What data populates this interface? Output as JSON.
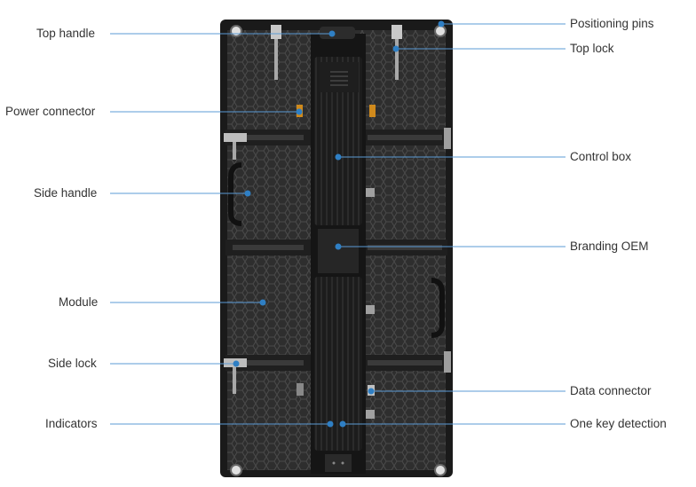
{
  "labels_left": [
    {
      "id": "top-handle",
      "text": "Top handle"
    },
    {
      "id": "power-connector",
      "text": "Power connector"
    },
    {
      "id": "side-handle",
      "text": "Side handle"
    },
    {
      "id": "module",
      "text": "Module"
    },
    {
      "id": "side-lock",
      "text": "Side lock"
    },
    {
      "id": "indicators",
      "text": "Indicators"
    }
  ],
  "labels_right": [
    {
      "id": "positioning-pins",
      "text": "Positioning pins"
    },
    {
      "id": "top-lock",
      "text": "Top lock"
    },
    {
      "id": "control-box",
      "text": "Control box"
    },
    {
      "id": "branding-oem",
      "text": "Branding OEM"
    },
    {
      "id": "data-connector",
      "text": "Data connector"
    },
    {
      "id": "one-key-detection",
      "text": "One key detection"
    }
  ],
  "colors": {
    "leader_line": "#5b9bd5",
    "marker_dot": "#2f7fc4",
    "label_text": "#333333"
  }
}
